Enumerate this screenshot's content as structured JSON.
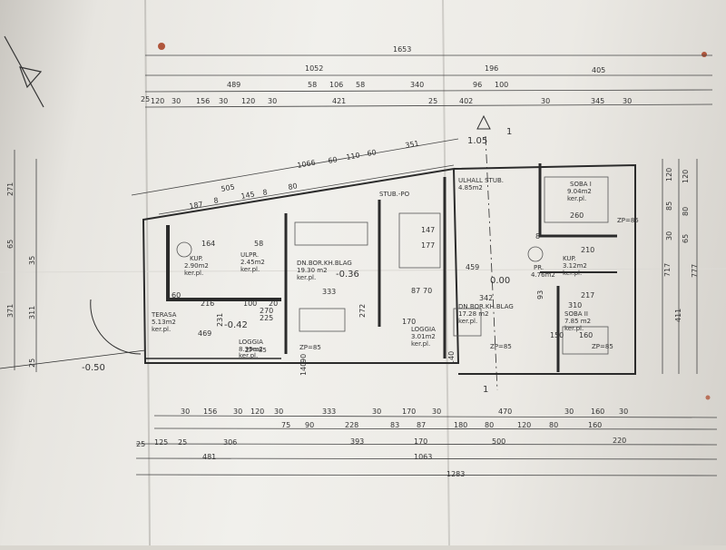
{
  "colors": {
    "paper": "#eeede9",
    "ink": "#2b2b2b",
    "fold": "#c8c6c1",
    "stain": "#b0563c"
  },
  "dimensions": {
    "top_overall": "1653",
    "top_row2": [
      "1052",
      "196",
      "405"
    ],
    "top_row3": [
      "489",
      "58",
      "106",
      "58",
      "340",
      "96",
      "100"
    ],
    "top_row4": [
      "25",
      "120",
      "30",
      "156",
      "30",
      "120",
      "30",
      "421",
      "25",
      "402",
      "30",
      "345",
      "30"
    ],
    "top_diag": [
      "1066",
      "60",
      "110",
      "60",
      "351"
    ],
    "mid_diag": [
      "505",
      "187",
      "8",
      "145",
      "8",
      "80"
    ],
    "bottom_row1": [
      "30",
      "156",
      "30",
      "120",
      "30",
      "333",
      "30",
      "170",
      "30",
      "470",
      "30",
      "160",
      "30"
    ],
    "bottom_row2": [
      "75",
      "90",
      "228",
      "83",
      "87",
      "180",
      "80",
      "120",
      "80",
      "160"
    ],
    "bottom_row3": [
      "25",
      "125",
      "25",
      "306",
      "393",
      "170",
      "500",
      "220"
    ],
    "bottom_row4": [
      "481",
      "1063"
    ],
    "bottom_overall": "1283",
    "left": [
      "271",
      "65",
      "371",
      "311",
      "35",
      "25"
    ],
    "right": [
      "120",
      "85",
      "120",
      "65",
      "80",
      "30",
      "411",
      "777",
      "717"
    ]
  },
  "rooms": [
    {
      "name": "TERASA",
      "area": "5.13m2",
      "finish": "ker.pl."
    },
    {
      "name": "LOGGIA",
      "area": "8.35m2",
      "finish": "ker.pl."
    },
    {
      "name": "KUP.",
      "area": "2.90m2",
      "finish": "ker.pl."
    },
    {
      "name": "ULPR.",
      "area": "2.45m2",
      "finish": "ker.pl."
    },
    {
      "name": "DN.BOR.KH.BLAG",
      "area": "19.30 m2",
      "finish": "ker.pl."
    },
    {
      "name": "STUB.-PO",
      "area": "",
      "finish": ""
    },
    {
      "name": "ULHALL STUB.",
      "area": "4.85m2",
      "finish": ""
    },
    {
      "name": "LOGGIA",
      "area": "3.01m2",
      "finish": "ker.pl."
    },
    {
      "name": "DN.BOR.KH.BLAG",
      "area": "17.28 m2",
      "finish": "ker.pl."
    },
    {
      "name": "SOBA I",
      "area": "9.04m2",
      "finish": "ker.pl."
    },
    {
      "name": "KUP.",
      "area": "3.12m2",
      "finish": "ker.pl."
    },
    {
      "name": "PR.",
      "area": "4.76m2",
      "finish": ""
    },
    {
      "name": "SOBA II",
      "area": "7.85 m2",
      "finish": "ker.pl."
    }
  ],
  "levels": [
    "-0.50",
    "-0.42",
    "-0.36",
    "0.00",
    "1.05"
  ],
  "inner": [
    "164",
    "58",
    "216",
    "100",
    "20",
    "270",
    "225",
    "469",
    "231",
    "333",
    "272",
    "147",
    "177",
    "170",
    "87",
    "70",
    "459",
    "342",
    "310",
    "217",
    "93",
    "210",
    "260",
    "150",
    "160",
    "8",
    "140",
    "90",
    "140",
    "60"
  ],
  "tags": [
    "ZP=85",
    "ZP=85",
    "ZP=85",
    "ZP=85",
    "ZP=85"
  ],
  "section_labels": [
    "1",
    "1"
  ]
}
